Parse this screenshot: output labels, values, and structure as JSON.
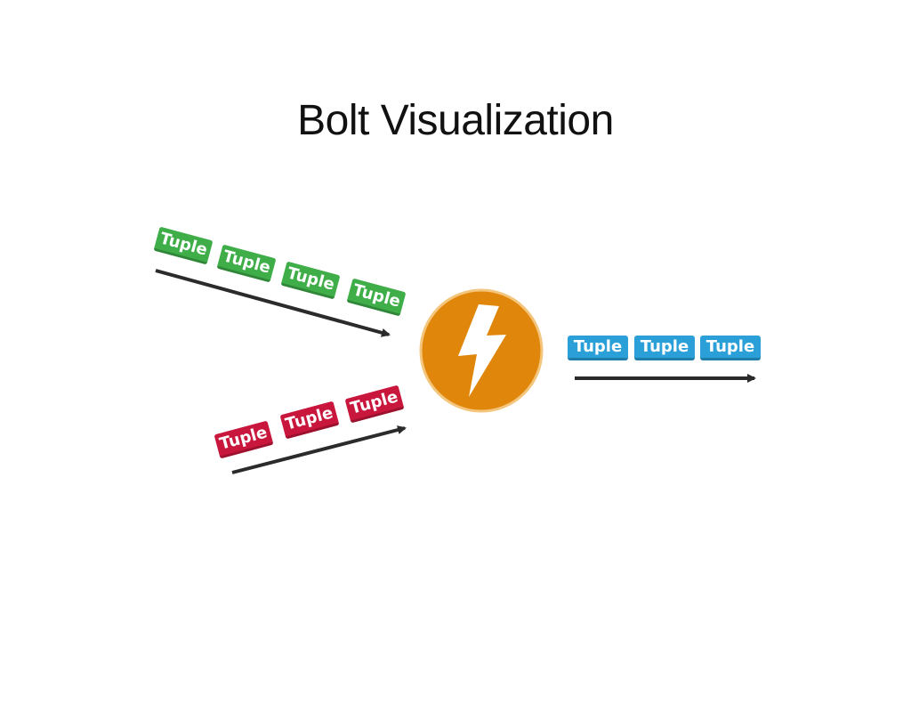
{
  "title": "Bolt Visualization",
  "colors": {
    "green": "#3fae49",
    "red": "#c8163c",
    "blue": "#2a9fd8",
    "bolt": "#e0870b",
    "bolt_border": "#f3c57d",
    "arrow": "#2b2b2b"
  },
  "icon": "lightning-bolt-icon",
  "green_stream": [
    "Tuple",
    "Tuple",
    "Tuple",
    "Tuple"
  ],
  "red_stream": [
    "Tuple",
    "Tuple",
    "Tuple"
  ],
  "blue_stream": [
    "Tuple",
    "Tuple",
    "Tuple"
  ]
}
